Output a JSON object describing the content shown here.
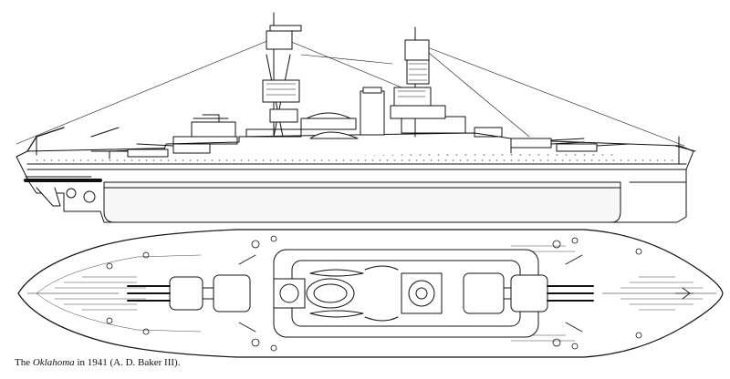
{
  "caption": {
    "prefix": "The ",
    "ship_name": "Oklahoma",
    "suffix": " in 1941 (A. D. Baker III)."
  },
  "colors": {
    "ink": "#111111",
    "paper": "#ffffff"
  },
  "views": [
    "profile-elevation",
    "plan-view"
  ]
}
